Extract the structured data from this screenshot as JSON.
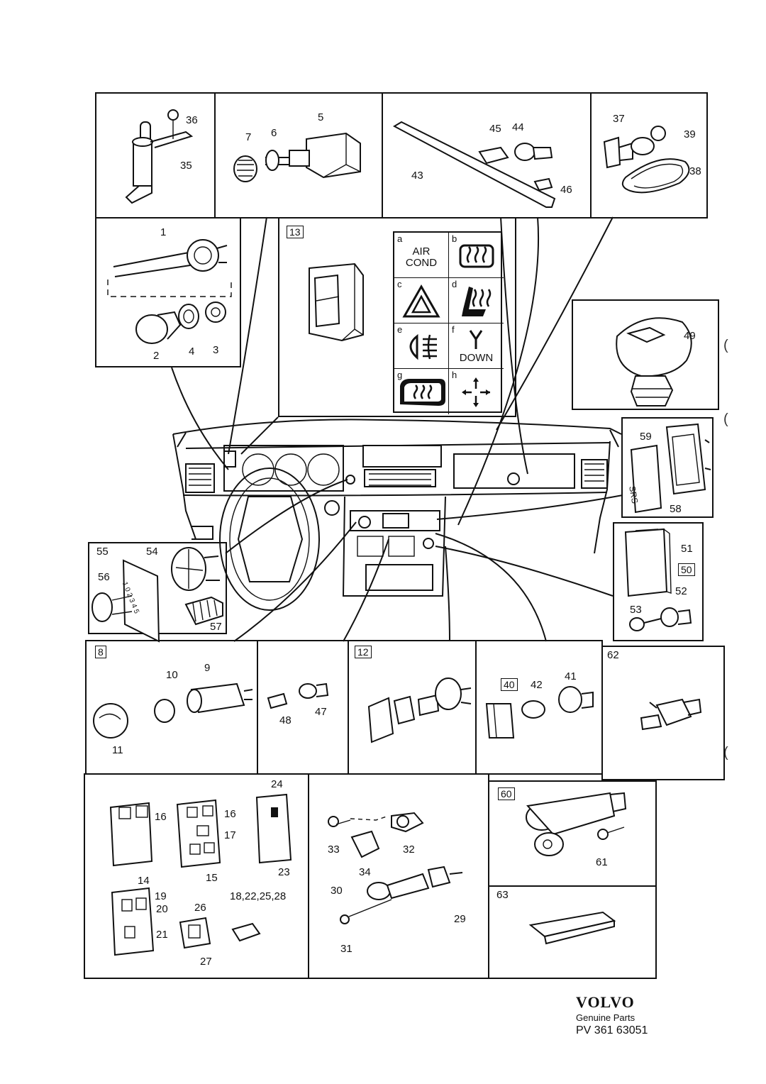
{
  "callouts": {
    "c1": "1",
    "c2": "2",
    "c3": "3",
    "c4": "4",
    "c5": "5",
    "c6": "6",
    "c7": "7",
    "c9": "9",
    "c10": "10",
    "c11": "11",
    "c14": "14",
    "c15": "15",
    "c16a": "16",
    "c16b": "16",
    "c17": "17",
    "c18": "18,22,25,28",
    "c19": "19",
    "c20": "20",
    "c21": "21",
    "c23": "23",
    "c24": "24",
    "c26": "26",
    "c27": "27",
    "c29": "29",
    "c30": "30",
    "c31": "31",
    "c32": "32",
    "c33": "33",
    "c34": "34",
    "c35": "35",
    "c36": "36",
    "c37": "37",
    "c38": "38",
    "c39": "39",
    "c41": "41",
    "c42": "42",
    "c43": "43",
    "c44": "44",
    "c45": "45",
    "c46": "46",
    "c47": "47",
    "c48": "48",
    "c49": "49",
    "c51": "51",
    "c52": "52",
    "c53": "53",
    "c54": "54",
    "c55": "55",
    "c56": "56",
    "c57": "57",
    "c58": "58",
    "c59": "59",
    "c61": "61",
    "c62": "62",
    "c63": "63"
  },
  "boxed_labels": {
    "b8": "8",
    "b12": "12",
    "b13": "13",
    "b40": "40",
    "b50": "50",
    "b60": "60"
  },
  "symbols": {
    "a": {
      "letter": "a",
      "text1": "AIR",
      "text2": "COND"
    },
    "b": {
      "letter": "b"
    },
    "c": {
      "letter": "c"
    },
    "d": {
      "letter": "d"
    },
    "e": {
      "letter": "e"
    },
    "f": {
      "letter": "f",
      "text1": "DOWN"
    },
    "g": {
      "letter": "g"
    },
    "h": {
      "letter": "h"
    }
  },
  "dash_labels": {
    "srs": "SRS",
    "dial": "1 0  2  3  4 5"
  },
  "brand": {
    "logo": "VOLVO",
    "sub": "Genuine Parts",
    "part_number": "PV 361 63051"
  }
}
